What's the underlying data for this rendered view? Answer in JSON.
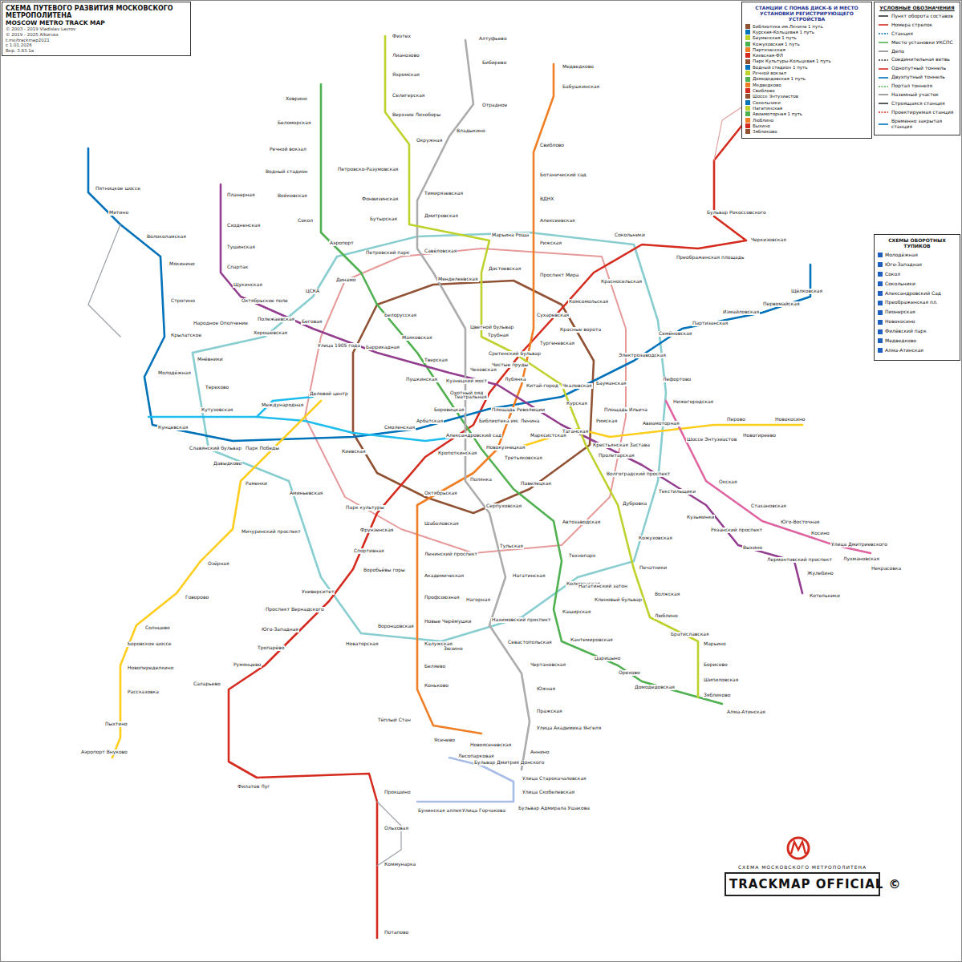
{
  "diagram": {
    "title": "СХЕМА ПУТЕВОГО РАЗВИТИЯ МОСКОВСКОГО МЕТРОПОЛИТЕНА",
    "nodes": [
      {
        "text": [
          "MOSCOW METRO TRACK MAP",
          "© 2003 - 2019 Vladislav Lavrov",
          "© 2019 - 2025 Alkoruss",
          "t.me/trackmap2021",
          "с 1.01.2026",
          "Вер. 3.83.1a"
        ]
      },
      {
        "text": [
          "СТАНЦИИ С ПОНАБ ДИСК-Б И МЕСТО УСТАНОВКИ РЕГИСТРИРУЮЩЕГО УСТРОЙСТВА",
          "Библиотека им.Ленина 1 путь",
          "Курская-Кольцевая 1 путь",
          "Бауманская 1 путь",
          "Кожуховская 1 путь",
          "Партизанская",
          "Киевская-ФЛ",
          "Парк Культуры-Кольцевая 1 путь",
          "Водный стадион 1 путь",
          "Речной вокзал",
          "Домодедовская 1 путь",
          "Медведково",
          "Свиблово",
          "Шоссе Энтузиастов",
          "Сокольники",
          "Нагатинская",
          "Авиамоторная 1 путь",
          "Люблино",
          "Выхино",
          "Зябликово"
        ]
      },
      {
        "text": [
          "УСЛОВНЫЕ ОБОЗНАЧЕНИЯ"
        ]
      },
      {
        "text": [
          "СХЕМЫ ОБОРОТНЫХ ТУПИКОВ",
          "Молодёжная",
          "Юго-Западная",
          "Сокол",
          "Сокольники",
          "Александровский Сад",
          "Преображенская пл.",
          "Пионерская",
          "Новокосино",
          "Филёвский парк",
          "Медведково",
          "Алма-Атинская"
        ]
      },
      {
        "text": [
          "СХЕМА МОСКОВСКОГО МЕТРОПОЛИТЕНА",
          "TRACKMAP OFFICIAL ©"
        ]
      }
    ],
    "labels": [
      "Бульвар Рокоссовского",
      "Черкизовская",
      "Преображенская площадь",
      "Сокольники",
      "Красносельская",
      "Комсомольская",
      "Красные ворота",
      "Чистые пруды",
      "Лубянка",
      "Охотный ряд",
      "Библиотека им. Ленина",
      "Кропоткинская",
      "Парк культуры",
      "Фрунзенская",
      "Спортивная",
      "Воробьёвы горы",
      "Университет",
      "Проспект Вернадского",
      "Юго-Западная",
      "Тропарёво",
      "Румянцево",
      "Саларьево",
      "Филатов Луг",
      "Прокшино",
      "Ольховая",
      "Коммунарка",
      "Потапово",
      "Ховрино",
      "Беломорская",
      "Речной вокзал",
      "Водный стадион",
      "Войковская",
      "Сокол",
      "Аэропорт",
      "Динамо",
      "Белорусская",
      "Маяковская",
      "Тверская",
      "Театральная",
      "Новокузнецкая",
      "Павелецкая",
      "Автозаводская",
      "Технопарк",
      "Коломенская",
      "Каширская",
      "Кантемировская",
      "Царицыно",
      "Орехово",
      "Домодедовская",
      "Алма-Атинская",
      "Пятницкое шоссе",
      "Митино",
      "Волоколамская",
      "Мякинино",
      "Строгино",
      "Крылатское",
      "Молодёжная",
      "Кунцевская",
      "Славянский бульвар",
      "Парк Победы",
      "Киевская",
      "Смоленская",
      "Арбатская",
      "Площадь Революции",
      "Курская",
      "Бауманская",
      "Электрозаводская",
      "Семёновская",
      "Партизанская",
      "Измайловская",
      "Первомайская",
      "Щёлковская",
      "Кутузовская",
      "Международная",
      "Александровский сад",
      "Медведково",
      "Бабушкинская",
      "Свиблово",
      "Ботанический сад",
      "ВДНХ",
      "Алексеевская",
      "Рижская",
      "Проспект Мира",
      "Сухаревская",
      "Тургеневская",
      "Китай-город",
      "Третьяковская",
      "Октябрьская",
      "Шаболовская",
      "Ленинский проспект",
      "Академическая",
      "Профсоюзная",
      "Новые Черёмушки",
      "Калужская",
      "Беляево",
      "Коньково",
      "Тёплый Стан",
      "Ясенево",
      "Новоясеневская",
      "Алтуфьево",
      "Бибирево",
      "Отрадное",
      "Владыкино",
      "Петровско-Разумовская",
      "Тимирязевская",
      "Дмитровская",
      "Савёловская",
      "Менделеевская",
      "Цветной бульвар",
      "Чеховская",
      "Боровицкая",
      "Полянка",
      "Серпуховская",
      "Тульская",
      "Нагатинская",
      "Нагорная",
      "Нахимовский проспект",
      "Севастопольская",
      "Чертановская",
      "Южная",
      "Пражская",
      "Улица Академика Янгеля",
      "Аннино",
      "Бульвар Дмитрия Донского",
      "Физтех",
      "Лианозово",
      "Яхромская",
      "Селигерская",
      "Верхние Лихоборы",
      "Окружная",
      "Фонвизинская",
      "Бутырская",
      "Марьина Роща",
      "Достоевская",
      "Трубная",
      "Сретенский бульвар",
      "Чкаловская",
      "Римская",
      "Крестьянская Застава",
      "Дубровка",
      "Кожуховская",
      "Печатники",
      "Волжская",
      "Люблино",
      "Братиславская",
      "Марьино",
      "Борисово",
      "Шипиловская",
      "Зябликово",
      "Планерная",
      "Сходненская",
      "Тушинская",
      "Спартак",
      "Щукинская",
      "Октябрьское поле",
      "Полежаевская",
      "Беговая",
      "Улица 1905 года",
      "Баррикадная",
      "Пушкинская",
      "Кузнецкий мост",
      "Таганская",
      "Пролетарская",
      "Волгоградский проспект",
      "Текстильщики",
      "Кузьминки",
      "Рязанский проспект",
      "Выхино",
      "Лермонтовский проспект",
      "Жулебино",
      "Котельники",
      "Новокосино",
      "Новогиреево",
      "Перово",
      "Шоссе Энтузиастов",
      "Авиамоторная",
      "Площадь Ильича",
      "Марксистская",
      "Деловой центр",
      "Раменки",
      "Мичуринский проспект",
      "Озёрная",
      "Говорово",
      "Солнцево",
      "Боровское шоссе",
      "Новопеределкино",
      "Рассказовка",
      "Пыхтино",
      "Аэропорт Внуково",
      "Петровский парк",
      "ЦСКА",
      "Хорошёвская",
      "Народное Ополчение",
      "Мнёвники",
      "Терехово",
      "Давыдково",
      "Аминьевская",
      "Нижегородская",
      "Лефортово",
      "Нагатинский затон",
      "Кленовый бульвар",
      "Зюзино",
      "Воронцовская",
      "Новаторская",
      "Окская",
      "Стахановская",
      "Юго-Восточная",
      "Косино",
      "Улица Дмитриевского",
      "Лухмановская",
      "Некрасовка",
      "Лесопарковая",
      "Улица Старокачаловская",
      "Улица Скобелевская",
      "Бульвар Адмирала Ушакова",
      "Улица Горчакова",
      "Бунинская аллея"
    ],
    "legend": [
      {
        "text": "Пункт оборота составов"
      },
      {
        "text": "Номера стрелок"
      },
      {
        "text": "Станция"
      },
      {
        "text": "Место установки УКСПС"
      },
      {
        "text": "Депо"
      },
      {
        "text": "Соединительная ветвь"
      },
      {
        "text": "Однопутный тоннель"
      },
      {
        "text": "Двухпутный тоннель"
      },
      {
        "text": "Портал тоннеля"
      },
      {
        "text": "Наземный участок"
      },
      {
        "text": "Строящаяся станция"
      },
      {
        "text": "Проектируемая станция"
      },
      {
        "text": "Временно закрытая станция"
      }
    ]
  }
}
